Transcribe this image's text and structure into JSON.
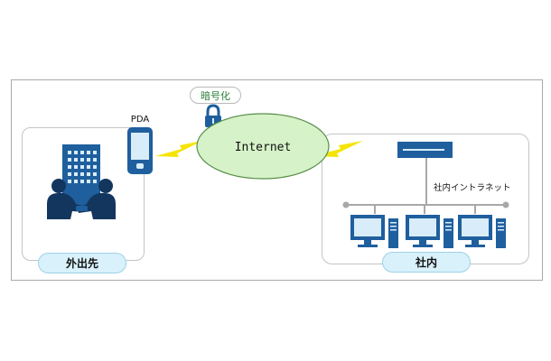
{
  "labels": {
    "pda": "PDA",
    "encryption": "暗号化",
    "internet": "Internet",
    "intranet": "社内イントラネット",
    "offsite": "外出先",
    "office": "社内"
  },
  "colors": {
    "frame_border": "#a9a9a9",
    "panel_border": "#c4c4c4",
    "pill_fill": "#d8f1fb",
    "pill_stroke": "#9fd0e6",
    "cloud_fill": "#d6f2c8",
    "cloud_stroke": "#5a8f4a",
    "lock_badge_text": "#2d7f3a",
    "icon_blue": "#1f5f9e",
    "icon_dark": "#13365e",
    "icon_light": "#d8ecfa",
    "bolt": "#f5e400",
    "bus": "#a8a8a8"
  },
  "icons": {
    "building": "office-building-icon",
    "handshake": "handshake-icon",
    "pda": "pda-device-icon",
    "lock": "padlock-icon",
    "router": "router-icon",
    "computers": "desktop-computer-icon"
  }
}
